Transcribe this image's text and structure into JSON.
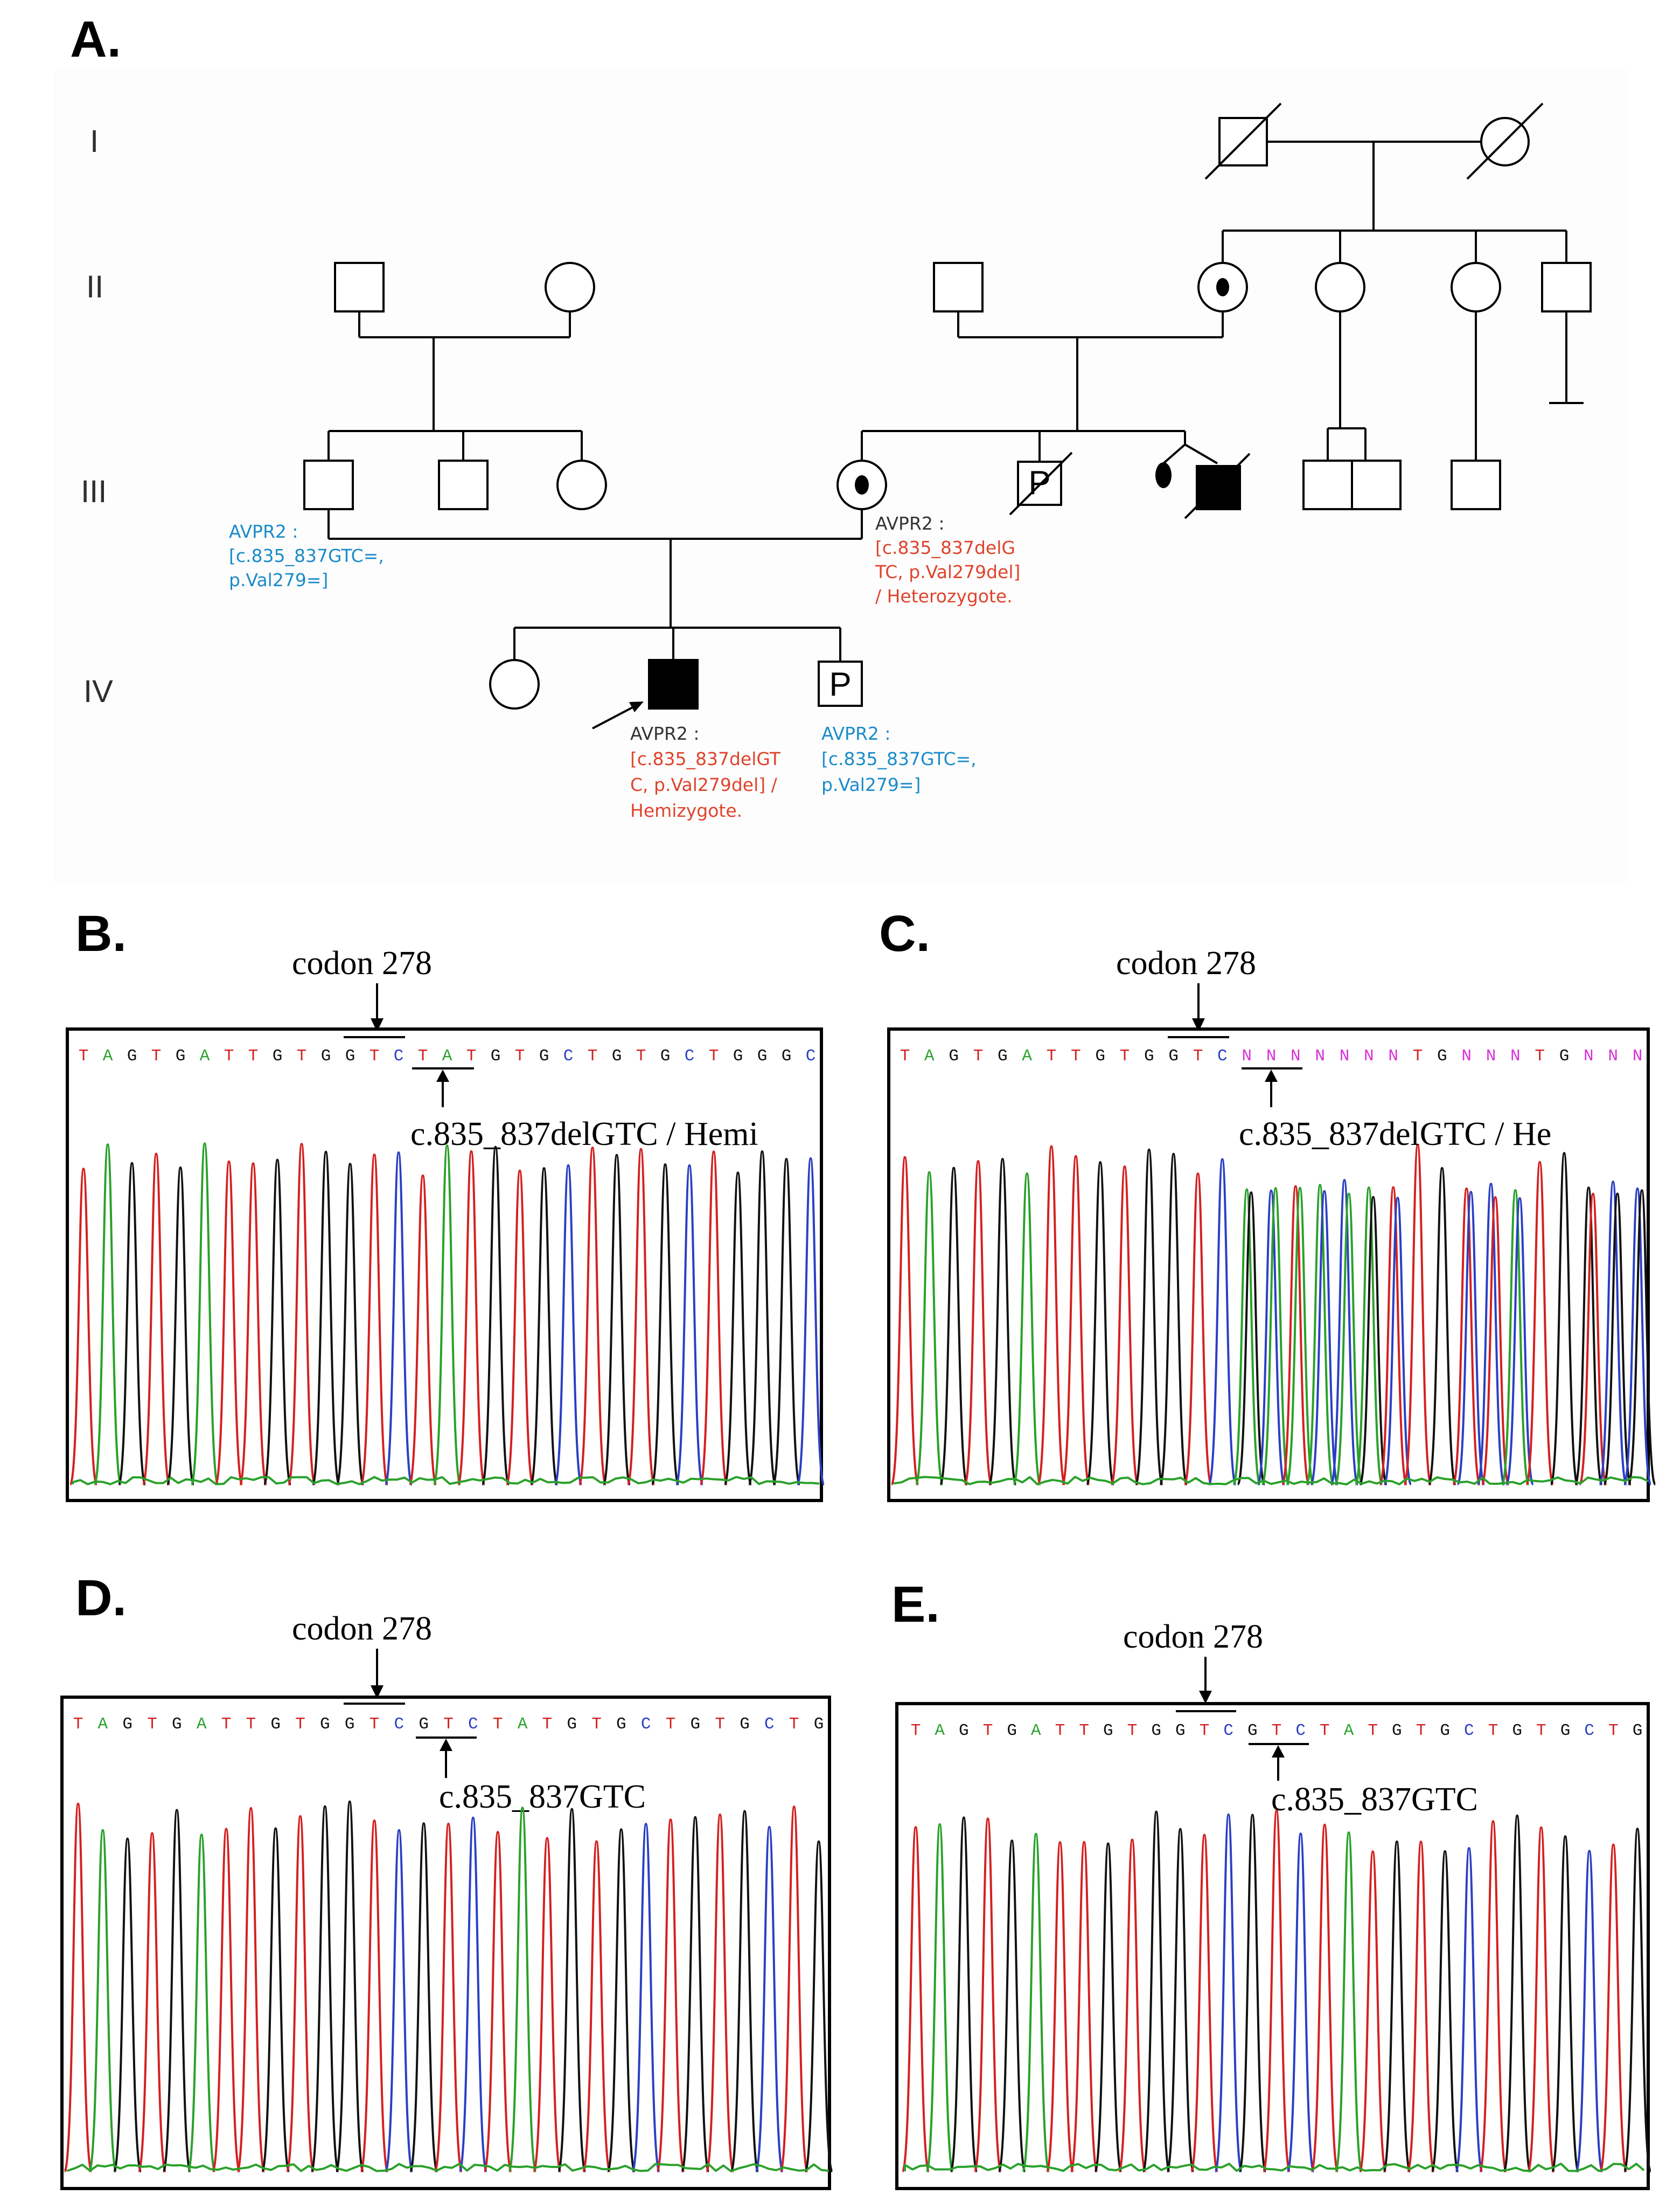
{
  "panels": {
    "A": "A.",
    "B": "B.",
    "C": "C.",
    "D": "D.",
    "E": "E."
  },
  "pedigree": {
    "generations": [
      "I",
      "II",
      "III",
      "IV"
    ],
    "symbol_labels": {
      "III_brother_P": "P",
      "IV_brother_P": "P"
    },
    "notes": {
      "III_father": {
        "gene": "AVPR2 :",
        "lines": [
          "[c.835_837GTC=,",
          "p.Val279=]"
        ],
        "status": ""
      },
      "III_mother": {
        "gene": "AVPR2 :",
        "lines": [
          "[c.835_837delG",
          "TC, p.Val279del]"
        ],
        "status": "/ Heterozygote."
      },
      "IV_proband": {
        "gene": "AVPR2 :",
        "lines": [
          "[c.835_837delGT",
          "C, p.Val279del] /"
        ],
        "status": "Hemizygote."
      },
      "IV_brother": {
        "gene": "AVPR2 :",
        "lines": [
          "[c.835_837GTC=,",
          "p.Val279=]"
        ],
        "status": ""
      }
    }
  },
  "chromatograms": {
    "B": {
      "codon_label": "codon 278",
      "sequence": "TAGTGATTGTGGTCTATGTGCTGTGCTGGGC",
      "mutation_label": "c.835_837delGTC / Hemi"
    },
    "C": {
      "codon_label": "codon 278",
      "sequence": "TAGTGATTGTGGTCNNNNNNNTGNNNTGNNN",
      "mutation_label": "c.835_837delGTC / He"
    },
    "D": {
      "codon_label": "codon 278",
      "sequence": "TAGTGATTGTGGTCGTCTATGTGCTGTGCTG",
      "mutation_label": "c.835_837GTC"
    },
    "E": {
      "codon_label": "codon 278",
      "sequence": "TAGTGATTGTGGTCGTCTATGTGCTGTGCTG",
      "mutation_label": "c.835_837GTC"
    }
  },
  "base_colors": {
    "A": "#2aa12a",
    "C": "#2b3fc4",
    "G": "#111111",
    "T": "#d42020",
    "N": "#d830d8"
  }
}
